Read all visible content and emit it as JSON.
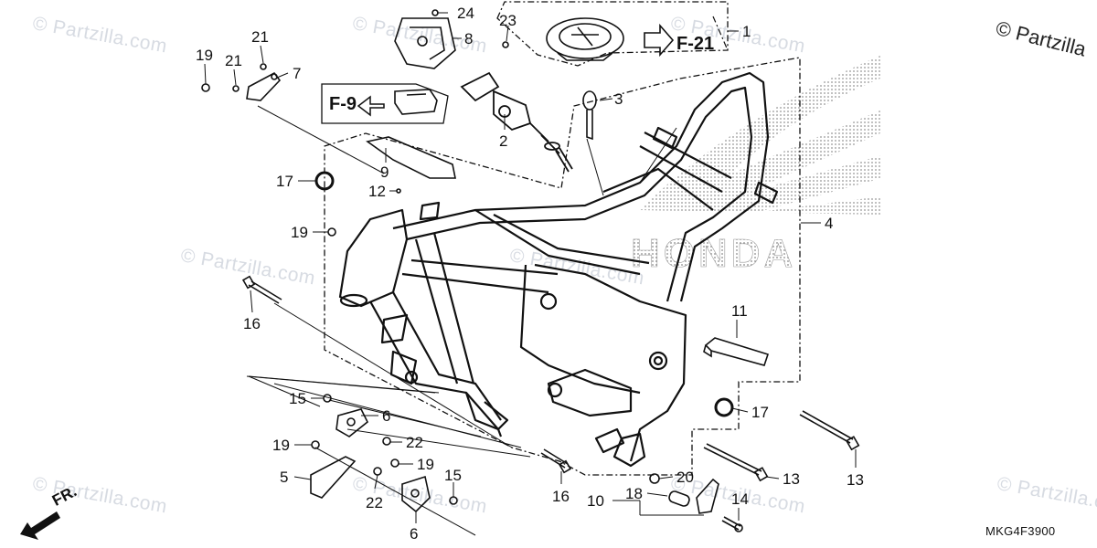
{
  "watermarks": [
    "© Partzilla.com",
    "© Partzilla.com",
    "© Partzilla.com",
    "© Partzilla.com",
    "© Partzilla.com",
    "© Partzilla.com",
    "© Partzilla.com",
    "© Partzilla.com",
    "© Partzilla.com"
  ],
  "corner_watermark": "© Partzilla",
  "diagram_code": "MKG4F3900",
  "front_marker": "FR.",
  "references": {
    "fuel": "F-21",
    "seat": "F-9"
  },
  "brand_logo_text": "HONDA",
  "callouts": [
    "24",
    "8",
    "23",
    "1",
    "21",
    "7",
    "19",
    "21",
    "3",
    "2",
    "9",
    "17",
    "12",
    "19",
    "4",
    "16",
    "11",
    "15",
    "6",
    "22",
    "19",
    "19",
    "17",
    "5",
    "22",
    "15",
    "6",
    "16",
    "10",
    "18",
    "20",
    "14",
    "13",
    "13"
  ],
  "colors": {
    "line": "#111111",
    "watermark": "#d7dbe2",
    "dots": "#888888"
  }
}
